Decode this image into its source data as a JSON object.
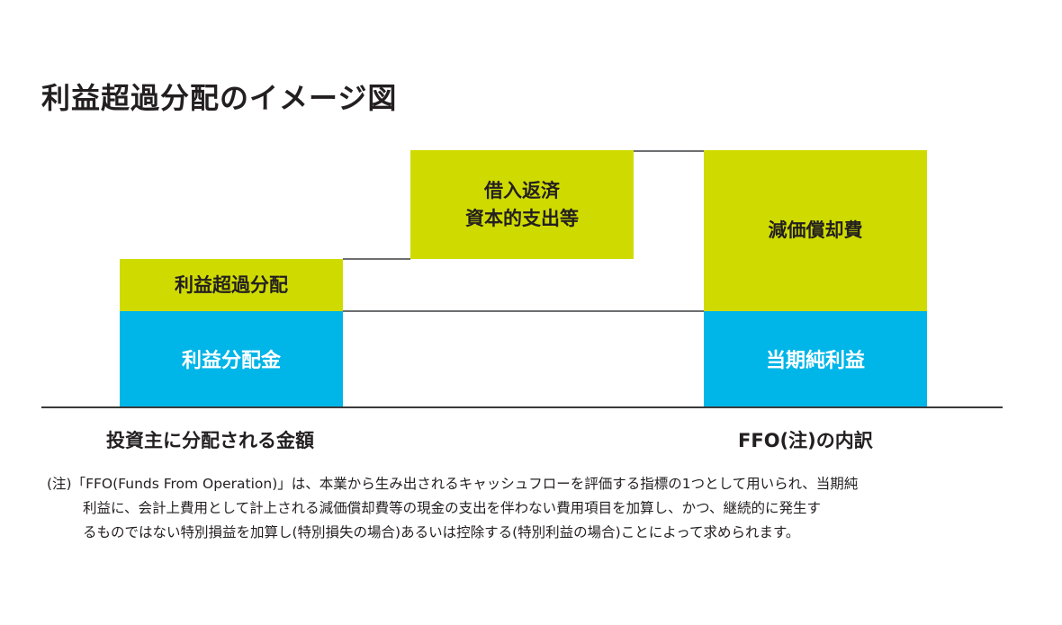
{
  "title": "利益超過分配のイメージ図",
  "blocks": {
    "excess_distribution": "利益超過分配",
    "profit_distribution": "利益分配金",
    "repayment_line1": "借入返済",
    "repayment_line2": "資本的支出等",
    "depreciation": "減価償却費",
    "net_income": "当期純利益"
  },
  "labels": {
    "left": "投資主に分配される金額",
    "right": "FFO(注)の内訳"
  },
  "note": {
    "line1": "(注)「FFO(Funds From Operation)」は、本業から生み出されるキャッシュフローを評価する指標の1つとして用いられ、当期純",
    "line2": "利益に、会計上費用として計上される減価償却費等の現金の支出を伴わない費用項目を加算し、かつ、継続的に発生す",
    "line3": "るものではない特別損益を加算し(特別損失の場合)あるいは控除する(特別利益の場合)ことによって求められます。"
  },
  "colors": {
    "green": "#cfdb00",
    "blue": "#00b5e8"
  }
}
